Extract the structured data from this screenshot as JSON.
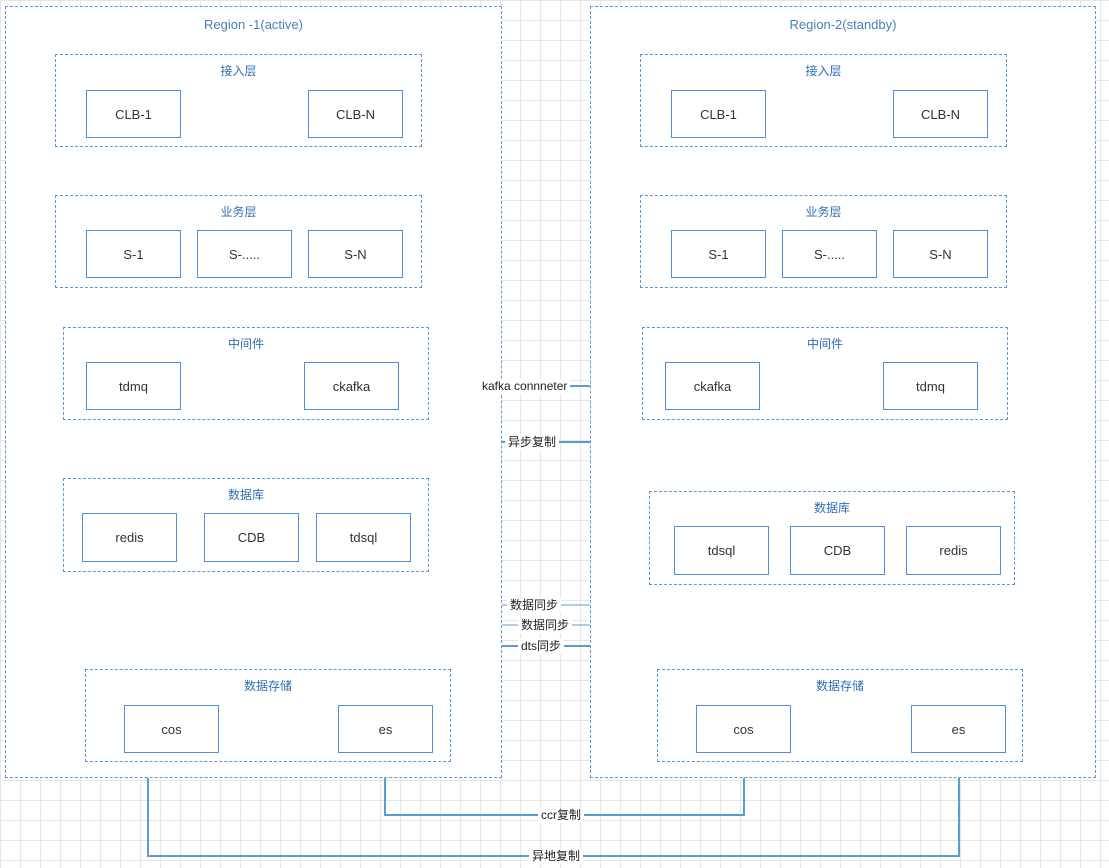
{
  "regions": {
    "active": {
      "title": "Region -1(active)"
    },
    "standby": {
      "title": "Region-2(standby)"
    }
  },
  "active": {
    "access": {
      "title": "接入层",
      "nodes": [
        "CLB-1",
        "CLB-N"
      ]
    },
    "business": {
      "title": "业务层",
      "nodes": [
        "S-1",
        "S-.....",
        "S-N"
      ]
    },
    "middleware": {
      "title": "中间件",
      "nodes": [
        "tdmq",
        "ckafka"
      ]
    },
    "database": {
      "title": "数据库",
      "nodes": [
        "redis",
        "CDB",
        "tdsql"
      ]
    },
    "storage": {
      "title": "数据存储",
      "nodes": [
        "cos",
        "es"
      ]
    }
  },
  "standby": {
    "access": {
      "title": "接入层",
      "nodes": [
        "CLB-1",
        "CLB-N"
      ]
    },
    "business": {
      "title": "业务层",
      "nodes": [
        "S-1",
        "S-.....",
        "S-N"
      ]
    },
    "middleware": {
      "title": "中间件",
      "nodes": [
        "ckafka",
        "tdmq"
      ]
    },
    "database": {
      "title": "数据库",
      "nodes": [
        "tdsql",
        "CDB",
        "redis"
      ]
    },
    "storage": {
      "title": "数据存储",
      "nodes": [
        "cos",
        "es"
      ]
    }
  },
  "links": {
    "kafka": "kafka connneter",
    "tdmq_async": "异步复制",
    "tdsql_sync": "数据同步",
    "cdb_sync": "数据同步",
    "redis_dts": "dts同步",
    "es_ccr": "ccr复制",
    "cos_remote": "异地复制"
  },
  "colors": {
    "line": "#5b9bd5",
    "border": "#5b9bd5"
  }
}
